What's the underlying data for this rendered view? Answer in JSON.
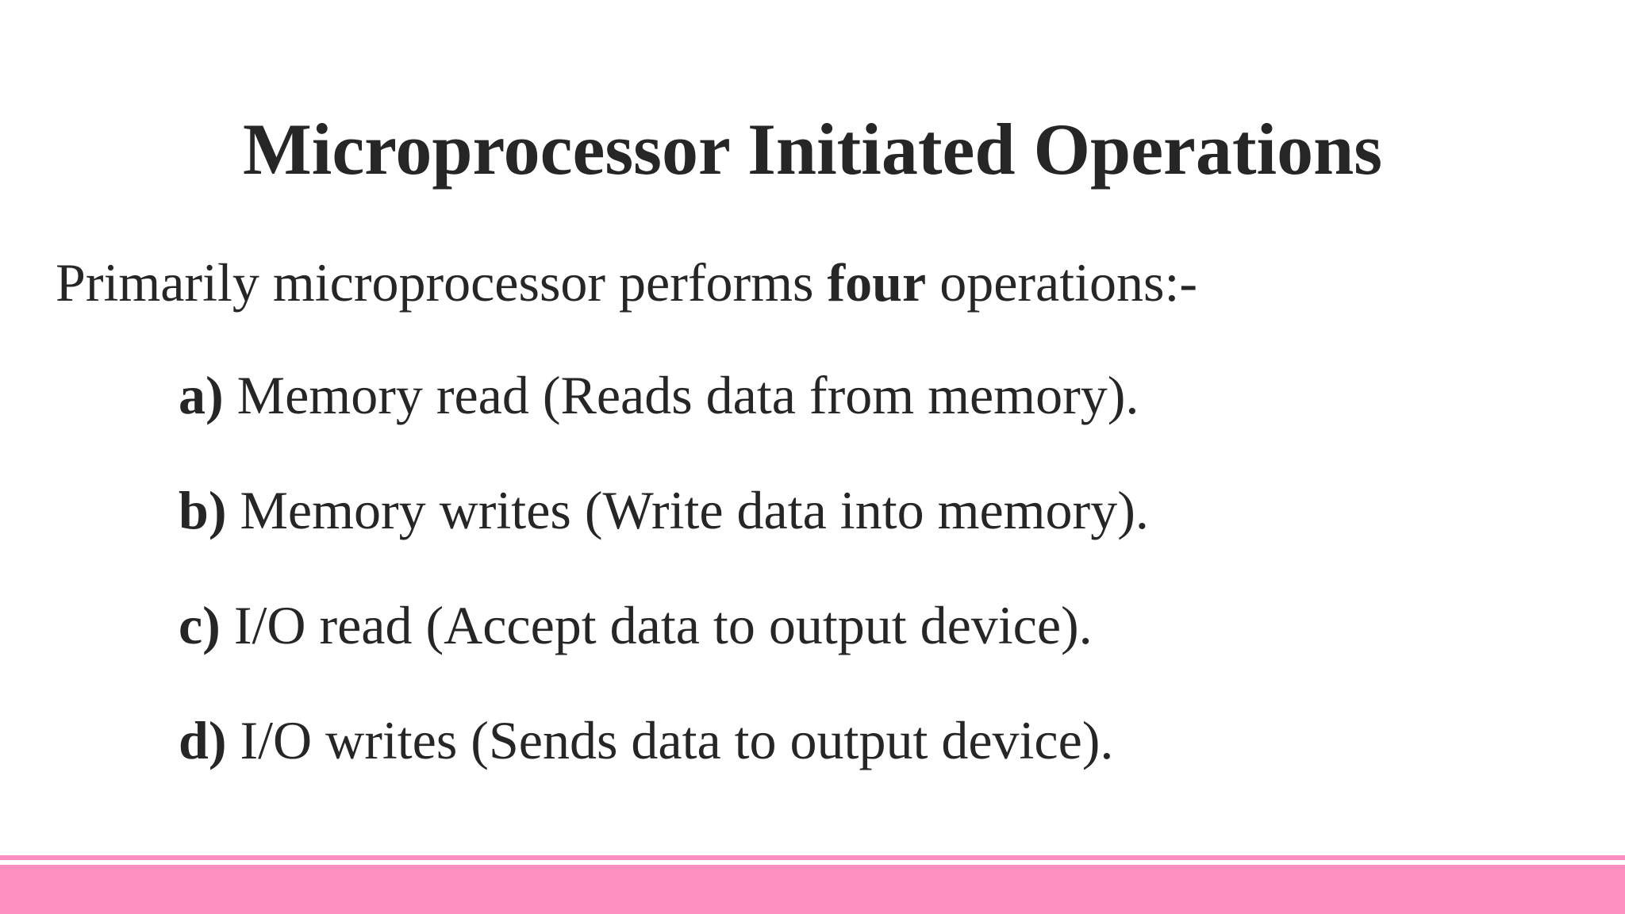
{
  "slide": {
    "title": "Microprocessor Initiated Operations",
    "intro": {
      "before": "Primarily microprocessor performs ",
      "bold": "four",
      "after": " operations:-"
    },
    "operations": [
      {
        "marker": "a)",
        "text": " Memory read (Reads data from memory)."
      },
      {
        "marker": "b)",
        "text": " Memory writes (Write data into memory)."
      },
      {
        "marker": "c)",
        "text": " I/O read (Accept data to output device)."
      },
      {
        "marker": "d)",
        "text": " I/O writes (Sends data to output device)."
      }
    ]
  },
  "colors": {
    "text": "#262626",
    "accent_pink": "#fc8fbf",
    "background": "#ffffff"
  }
}
